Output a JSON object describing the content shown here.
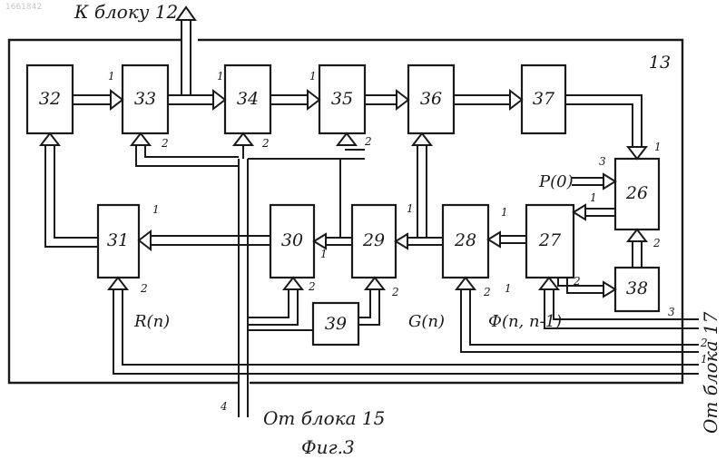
{
  "watermark": "1661842",
  "frame_number": "13",
  "blocks": {
    "b32": "32",
    "b33": "33",
    "b34": "34",
    "b35": "35",
    "b36": "36",
    "b37": "37",
    "b26": "26",
    "b31": "31",
    "b30": "30",
    "b29": "29",
    "b28": "28",
    "b27": "27",
    "b38": "38",
    "b39": "39"
  },
  "labels": {
    "to_block_12": "К блоку 12",
    "from_block_15": "От блока 15",
    "from_block_17": "От блока 17",
    "bus_4": "4",
    "P0": "P(0)",
    "R_n": "R(n)",
    "G_n": "G(n)",
    "Phi": "Ф(n, n-1)",
    "figure": "Фиг.3"
  },
  "pins": {
    "one": "1",
    "two": "2",
    "three": "3"
  }
}
